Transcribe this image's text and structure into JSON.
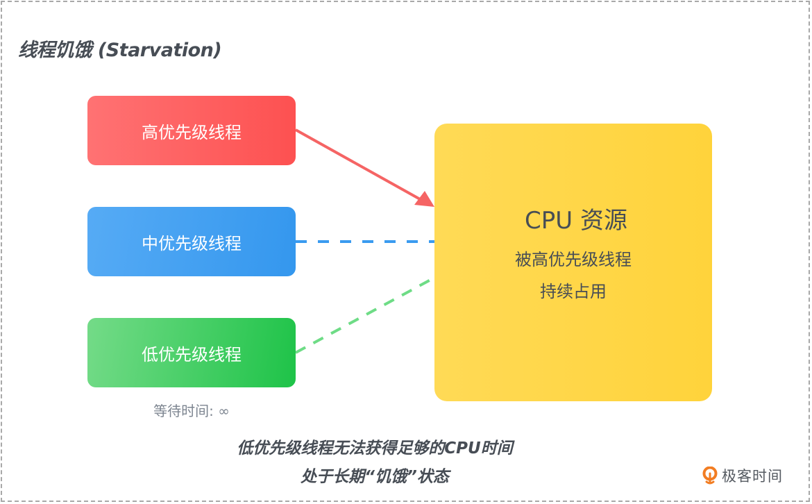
{
  "title": "线程饥饿 (Starvation)",
  "threads": [
    {
      "label": "高优先级线程",
      "priority": "high",
      "color": "#fd5f5f",
      "link_style": "solid-arrow"
    },
    {
      "label": "中优先级线程",
      "priority": "medium",
      "color": "#3a9bf0",
      "link_style": "dashed"
    },
    {
      "label": "低优先级线程",
      "priority": "low",
      "color": "#3ccc5f",
      "link_style": "dashed"
    }
  ],
  "wait_time_label": "等待时间: ∞",
  "cpu": {
    "title": "CPU 资源",
    "line1": "被高优先级线程",
    "line2": "持续占用",
    "color": "#ffd84a"
  },
  "links": {
    "high_color": "#f56464",
    "mid_color": "#3a9bf0",
    "low_color": "#6edc86"
  },
  "caption": {
    "line1": "低优先级线程无法获得足够的CPU时间",
    "line2": "处于长期“饥饿”状态"
  },
  "brand": {
    "name": "极客时间",
    "icon": "geektime-logo-icon",
    "icon_color": "#f27d23"
  }
}
